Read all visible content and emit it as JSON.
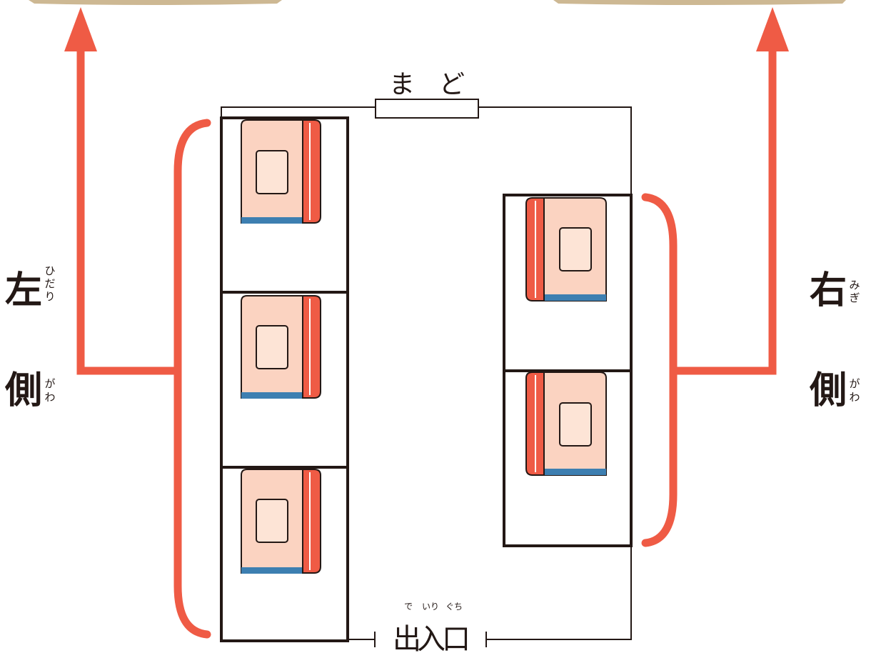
{
  "diagram": {
    "window_label": "まど",
    "window_label_chars": [
      "ま",
      "ど"
    ],
    "entrance": {
      "label_chars": [
        "出",
        "入",
        "口"
      ],
      "ruby": [
        "で",
        "いり",
        "ぐち"
      ]
    },
    "left_side": {
      "chars": [
        "左",
        "側"
      ],
      "ruby": [
        "ひだり",
        "がわ"
      ]
    },
    "right_side": {
      "chars": [
        "右",
        "側"
      ],
      "ruby": [
        "みぎ",
        "がわ"
      ]
    },
    "left_shelf_books": 3,
    "right_shelf_books": 2
  },
  "colors": {
    "arrow": "#ef5b45",
    "outline": "#231815",
    "book_cover": "#fbd3c1",
    "book_spine": "#ef5b45",
    "book_bottom": "#3d7fb1",
    "book_label": "#fde4d6"
  }
}
